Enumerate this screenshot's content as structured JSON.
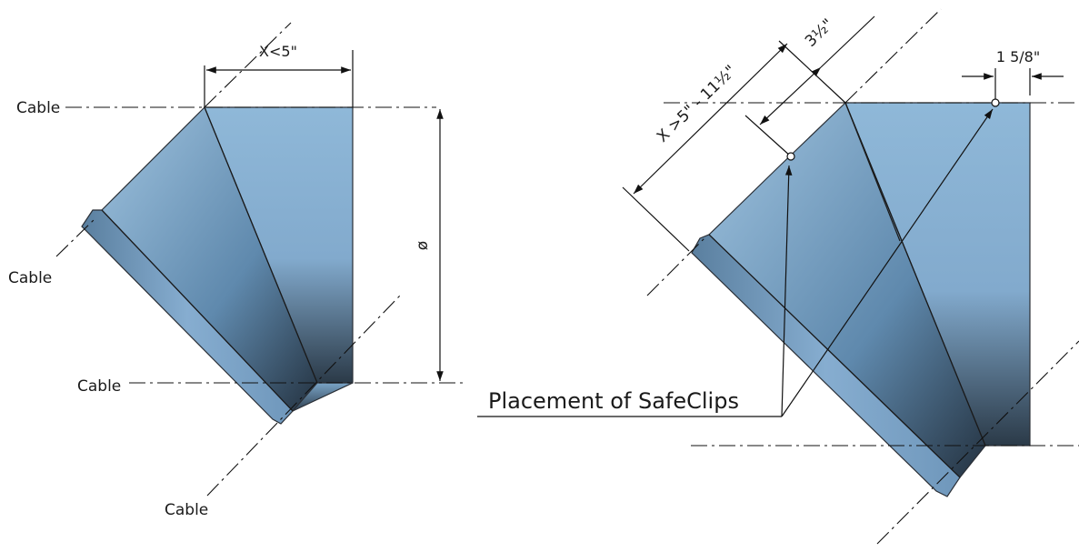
{
  "colors": {
    "duct_light": "#8fb8d8",
    "duct_mid": "#6e99bd",
    "duct_dark": "#2b3a48",
    "line": "#111111"
  },
  "left_diagram": {
    "top_dimension": "X<5\"",
    "diameter_symbol": "ø",
    "cable_top": "Cable",
    "cable_left": "Cable",
    "cable_bottom": "Cable",
    "cable_lower": "Cable"
  },
  "right_diagram": {
    "offset_dimension": "X >5\" - 11½\"",
    "clip_dimension": "3½\"",
    "edge_dimension": "1 5/8\"",
    "placement_label": "Placement of SafeClips"
  }
}
